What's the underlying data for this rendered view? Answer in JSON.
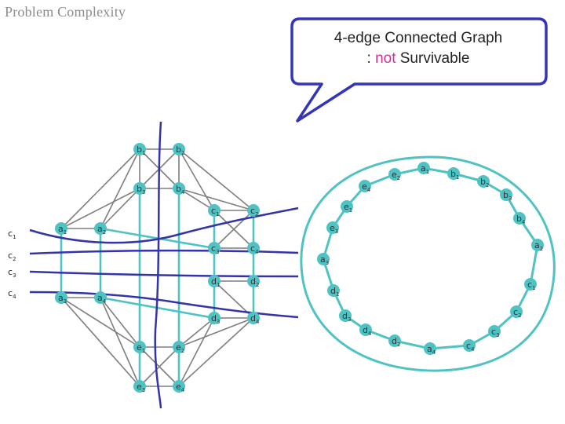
{
  "title": "Problem Complexity",
  "callout": {
    "line1": "4-edge Connected Graph",
    "line2_prefix": ": ",
    "line2_negation": "not",
    "line2_suffix": " Survivable"
  },
  "colors": {
    "graph_edge": "#7f7f7f",
    "highlight_edge": "#4fc3c3",
    "node_fill": "#4fc3c3",
    "cut_line": "#3333aa",
    "callout_border": "#3333bb",
    "negation_text": "#cc3399"
  },
  "left_nodes": [
    {
      "id": "b1",
      "letter": "b",
      "sub": "1"
    },
    {
      "id": "b2",
      "letter": "b",
      "sub": "2"
    },
    {
      "id": "b3",
      "letter": "b",
      "sub": "3"
    },
    {
      "id": "b4",
      "letter": "b",
      "sub": "4"
    },
    {
      "id": "a1",
      "letter": "a",
      "sub": "1"
    },
    {
      "id": "a2",
      "letter": "a",
      "sub": "2"
    },
    {
      "id": "a3",
      "letter": "a",
      "sub": "3"
    },
    {
      "id": "a4",
      "letter": "a",
      "sub": "4"
    },
    {
      "id": "c1",
      "letter": "c",
      "sub": "1"
    },
    {
      "id": "c2",
      "letter": "c",
      "sub": "2"
    },
    {
      "id": "c3",
      "letter": "c",
      "sub": "3"
    },
    {
      "id": "c4",
      "letter": "c",
      "sub": "4"
    },
    {
      "id": "d1",
      "letter": "d",
      "sub": "1"
    },
    {
      "id": "d2",
      "letter": "d",
      "sub": "2"
    },
    {
      "id": "d3",
      "letter": "d",
      "sub": "3"
    },
    {
      "id": "d4",
      "letter": "d",
      "sub": "4"
    },
    {
      "id": "e1",
      "letter": "e",
      "sub": "1"
    },
    {
      "id": "e2",
      "letter": "e",
      "sub": "2"
    },
    {
      "id": "e3",
      "letter": "e",
      "sub": "3"
    },
    {
      "id": "e4",
      "letter": "e",
      "sub": "4"
    }
  ],
  "left_gray_edges": [
    [
      "b1",
      "b2"
    ],
    [
      "b1",
      "b3"
    ],
    [
      "b1",
      "b4"
    ],
    [
      "b2",
      "b3"
    ],
    [
      "b2",
      "b4"
    ],
    [
      "b3",
      "b4"
    ],
    [
      "b1",
      "a1"
    ],
    [
      "b1",
      "a2"
    ],
    [
      "b3",
      "a1"
    ],
    [
      "b3",
      "a2"
    ],
    [
      "b2",
      "c1"
    ],
    [
      "b2",
      "c2"
    ],
    [
      "b4",
      "c1"
    ],
    [
      "b4",
      "c2"
    ],
    [
      "c1",
      "c2"
    ],
    [
      "c1",
      "c4"
    ],
    [
      "c2",
      "c3"
    ],
    [
      "c3",
      "c4"
    ],
    [
      "c2",
      "c4"
    ],
    [
      "a1",
      "a2"
    ],
    [
      "a3",
      "a4"
    ],
    [
      "a3",
      "e1"
    ],
    [
      "a3",
      "e3"
    ],
    [
      "a4",
      "e1"
    ],
    [
      "a4",
      "e3"
    ],
    [
      "d1",
      "d2"
    ],
    [
      "d3",
      "d4"
    ],
    [
      "d1",
      "d4"
    ],
    [
      "d3",
      "e2"
    ],
    [
      "d4",
      "e2"
    ],
    [
      "d3",
      "e4"
    ],
    [
      "d4",
      "e4"
    ],
    [
      "e1",
      "e2"
    ],
    [
      "e3",
      "e4"
    ],
    [
      "e1",
      "e4"
    ],
    [
      "e2",
      "e3"
    ]
  ],
  "left_teal_edges": [
    [
      "a1",
      "a3"
    ],
    [
      "a2",
      "a4"
    ],
    [
      "c1",
      "c3"
    ],
    [
      "c2",
      "c4"
    ],
    [
      "c3",
      "d1"
    ],
    [
      "c4",
      "d2"
    ],
    [
      "d1",
      "d3"
    ],
    [
      "d2",
      "d4"
    ],
    [
      "b3",
      "e1"
    ],
    [
      "b4",
      "e2"
    ],
    [
      "e1",
      "e3"
    ],
    [
      "e2",
      "e4"
    ],
    [
      "a2",
      "c3"
    ],
    [
      "a4",
      "d3"
    ]
  ],
  "cut_labels": [
    {
      "letter": "c",
      "sub": "1"
    },
    {
      "letter": "c",
      "sub": "2"
    },
    {
      "letter": "c",
      "sub": "3"
    },
    {
      "letter": "c",
      "sub": "4"
    }
  ],
  "ring_nodes": [
    {
      "letter": "a",
      "sub": "1"
    },
    {
      "letter": "b",
      "sub": "1"
    },
    {
      "letter": "b",
      "sub": "2"
    },
    {
      "letter": "b",
      "sub": "3"
    },
    {
      "letter": "b",
      "sub": "4"
    },
    {
      "letter": "a",
      "sub": "2"
    },
    {
      "letter": "c",
      "sub": "1"
    },
    {
      "letter": "c",
      "sub": "2"
    },
    {
      "letter": "c",
      "sub": "3"
    },
    {
      "letter": "c",
      "sub": "4"
    },
    {
      "letter": "a",
      "sub": "4"
    },
    {
      "letter": "d",
      "sub": "2"
    },
    {
      "letter": "d",
      "sub": "4"
    },
    {
      "letter": "d",
      "sub": "3"
    },
    {
      "letter": "d",
      "sub": "1"
    },
    {
      "letter": "a",
      "sub": "3"
    },
    {
      "letter": "e",
      "sub": "3"
    },
    {
      "letter": "e",
      "sub": "1"
    },
    {
      "letter": "e",
      "sub": "4"
    },
    {
      "letter": "e",
      "sub": "2"
    }
  ]
}
